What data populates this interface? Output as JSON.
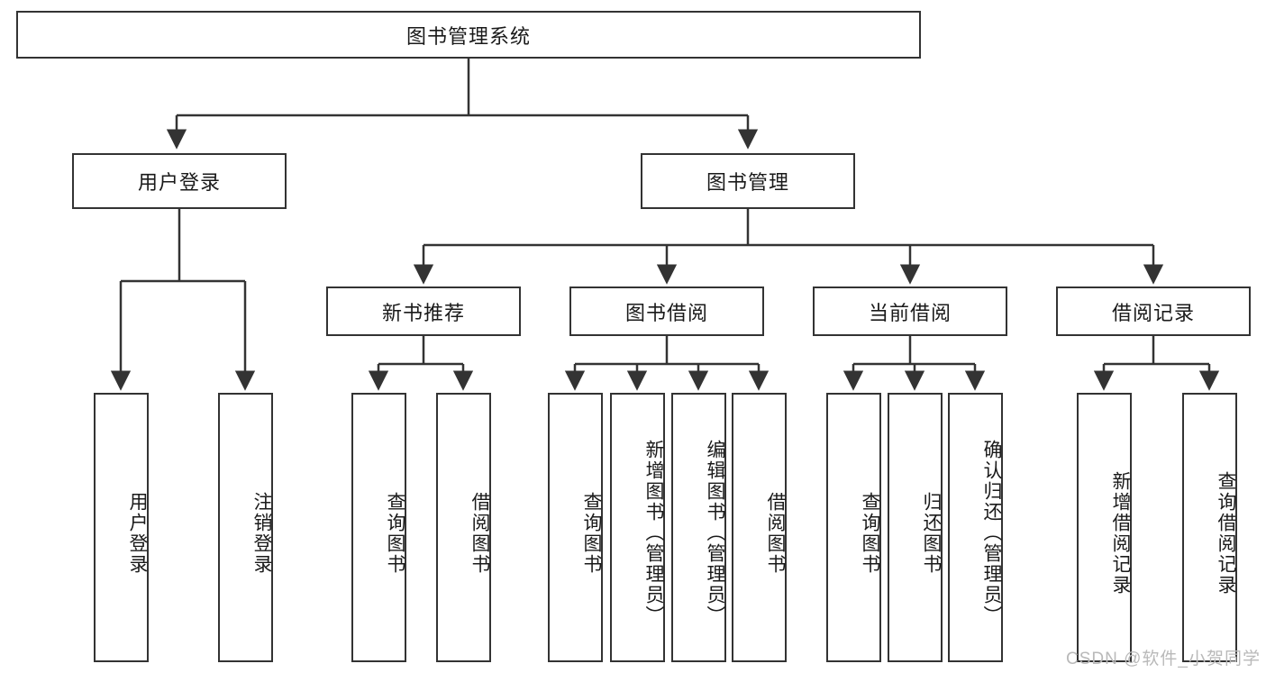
{
  "diagram": {
    "title": "图书管理系统",
    "type": "tree-hierarchy-diagram",
    "colors": {
      "box_border": "#333333",
      "box_fill": "#ffffff",
      "connector": "#333333",
      "text": "#1a1a1a",
      "watermark": "#b9b9b9"
    },
    "root": {
      "label": "图书管理系统"
    },
    "level2": [
      {
        "label": "用户登录"
      },
      {
        "label": "图书管理"
      }
    ],
    "level3": [
      {
        "label": "新书推荐"
      },
      {
        "label": "图书借阅"
      },
      {
        "label": "当前借阅"
      },
      {
        "label": "借阅记录"
      }
    ],
    "leaves": {
      "user_login": [
        {
          "label": "用户登录"
        },
        {
          "label": "注销登录"
        }
      ],
      "new_book_recommend": [
        {
          "label": "查询图书"
        },
        {
          "label": "借阅图书"
        }
      ],
      "book_borrow": [
        {
          "label": "查询图书"
        },
        {
          "label": "新增图书（管理员）"
        },
        {
          "label": "编辑图书（管理员）"
        },
        {
          "label": "借阅图书"
        }
      ],
      "current_borrow": [
        {
          "label": "查询图书"
        },
        {
          "label": "归还图书"
        },
        {
          "label": "确认归还（管理员）"
        }
      ],
      "borrow_record": [
        {
          "label": "新增借阅记录"
        },
        {
          "label": "查询借阅记录"
        }
      ]
    },
    "watermark": "CSDN @软件_小贺同学"
  }
}
